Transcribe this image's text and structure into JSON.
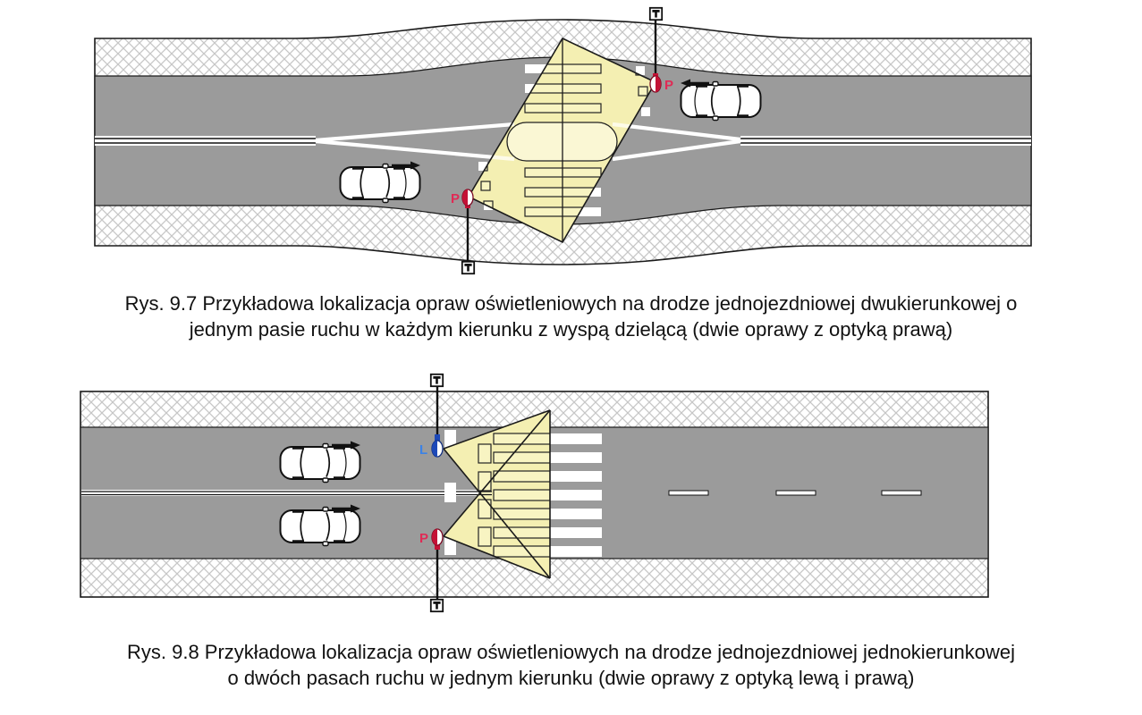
{
  "figure1": {
    "caption_lines": [
      "Rys. 9.7 Przykładowa lokalizacja opraw oświetleniowych na drodze jednojezdniowej dwukierunkowej o",
      "jednym pasie ruchu w każdym kierunku z wyspą dzielącą (dwie oprawy z optyką prawą)"
    ],
    "fixture_top_label": "P",
    "fixture_bottom_label": "P"
  },
  "figure2": {
    "caption_lines": [
      "Rys. 9.8 Przykładowa lokalizacja opraw oświetleniowych na drodze jednojezdniowej jednokierunkowej",
      "o dwóch pasach ruchu w jednym kierunku (dwie oprawy z optyką lewą i prawą)"
    ],
    "fixture_top_label": "L",
    "fixture_bottom_label": "P"
  },
  "colors": {
    "road_gray": "#9b9b9b",
    "light_cone_yellow": "#f4efb2",
    "optic_right_red": "#c41236",
    "optic_left_blue": "#1d49b8",
    "label_red": "#e02a55",
    "label_blue": "#3b82e6",
    "hatch_line_gray": "#c7c7c7",
    "outline_black": "#1a1a1a"
  }
}
